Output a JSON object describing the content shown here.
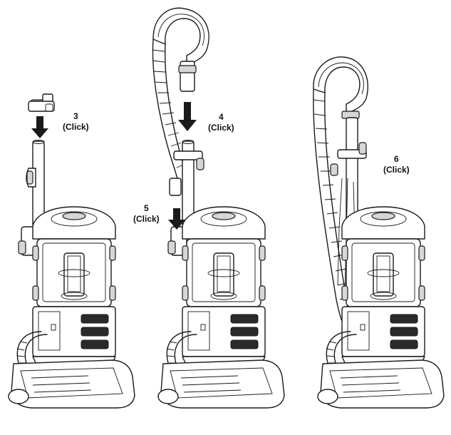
{
  "steps": [
    {
      "number": "3",
      "action": "(Click)"
    },
    {
      "number": "4",
      "action": "(Click)"
    },
    {
      "number": "5",
      "action": "(Click)"
    },
    {
      "number": "6",
      "action": "(Click)"
    }
  ],
  "colors": {
    "line": "#1a1a1a",
    "background": "#ffffff",
    "shade": "#d6d6d6"
  }
}
